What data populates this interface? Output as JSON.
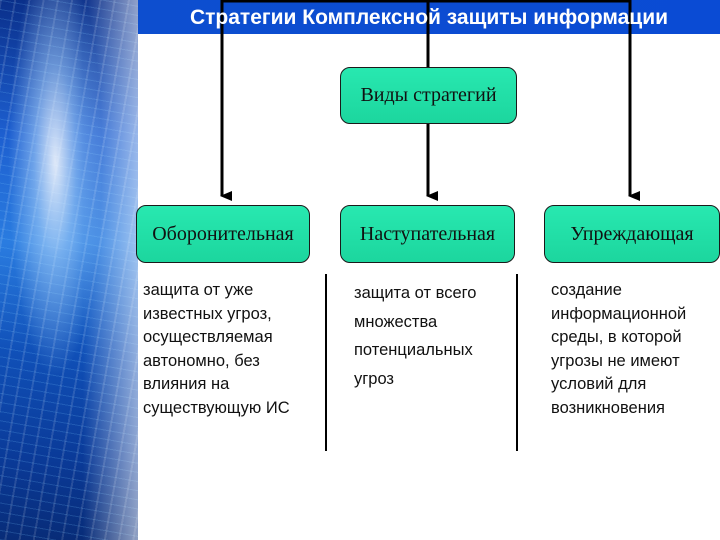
{
  "title": "Стратегии Комплексной защиты информации",
  "root": {
    "label": "Виды стратегий"
  },
  "strategies": [
    {
      "label": "Оборонительная",
      "description_lines": [
        "защита от уже",
        "известных угроз,",
        "осуществляемая",
        "автономно, без",
        "влияния на",
        "существующую ИС"
      ]
    },
    {
      "label": "Наступательная",
      "description_lines": [
        "защита от всего",
        "множества",
        "потенциальных",
        "угроз"
      ]
    },
    {
      "label": "Упреждающая",
      "description_lines": [
        "создание",
        "информационной",
        "среды, в которой",
        "угрозы не имеют",
        "условий для",
        "возникновения"
      ]
    }
  ],
  "colors": {
    "header_band": "#0a4bd4",
    "box_fill": "#20e0a8",
    "lines": "#000000"
  }
}
